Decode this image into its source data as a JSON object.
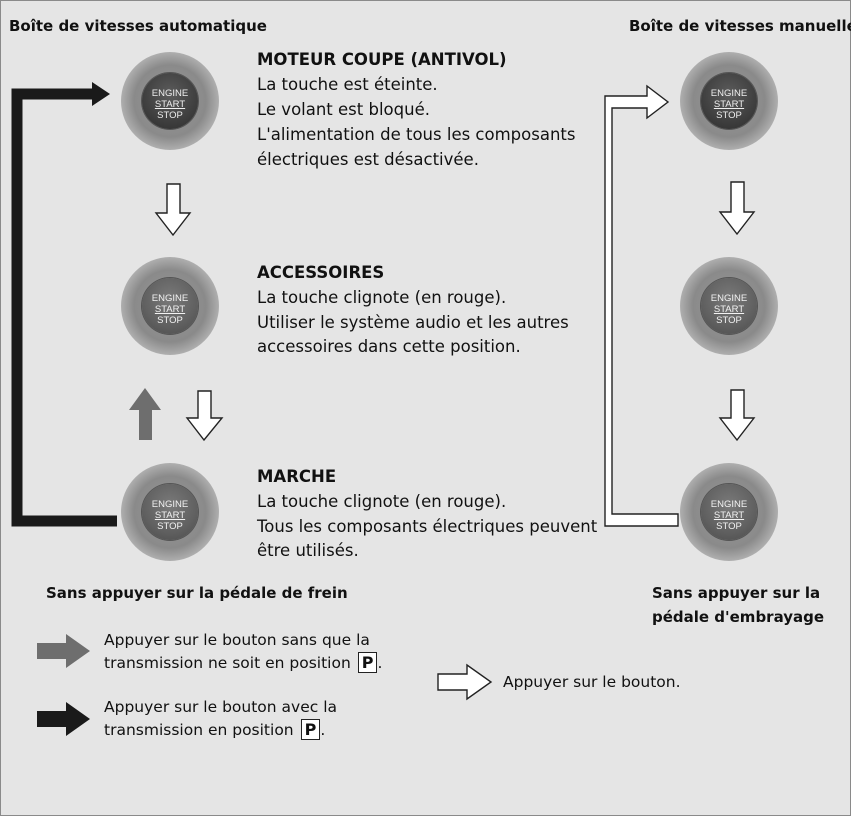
{
  "headers": {
    "automatic": "Boîte de vitesses automatique",
    "manual": "Boîte de vitesses manuelle"
  },
  "button_labels": {
    "line1": "ENGINE",
    "line2": "START",
    "line3": "STOP"
  },
  "modes": [
    {
      "title": "MOTEUR COUPE (ANTIVOL)",
      "lines": [
        "La touche est éteinte.",
        "Le volant est bloqué.",
        "L'alimentation de tous les composants",
        "électriques est désactivée."
      ]
    },
    {
      "title": "ACCESSOIRES",
      "lines": [
        "La touche clignote (en rouge).",
        "Utiliser le système audio et les autres",
        "accessoires dans cette position."
      ]
    },
    {
      "title": "MARCHE",
      "lines": [
        "La touche clignote (en rouge).",
        "Tous les composants électriques peuvent",
        "être utilisés."
      ]
    }
  ],
  "footnotes": {
    "automatic": "Sans appuyer sur la pédale de frein",
    "manual_line1": "Sans appuyer sur la",
    "manual_line2": "pédale d'embrayage"
  },
  "legend": {
    "gray_line1": "Appuyer sur le bouton sans que la",
    "gray_line2": "transmission ne soit en position",
    "black_line1": "Appuyer sur le bouton avec la",
    "black_line2": "transmission en position",
    "p_symbol": "P",
    "period": ".",
    "white": "Appuyer sur le bouton."
  },
  "colors": {
    "background": "#e5e5e5",
    "black_arrow": "#1a1a1a",
    "gray_arrow": "#6e6e6e",
    "white_arrow": "#ffffff"
  }
}
